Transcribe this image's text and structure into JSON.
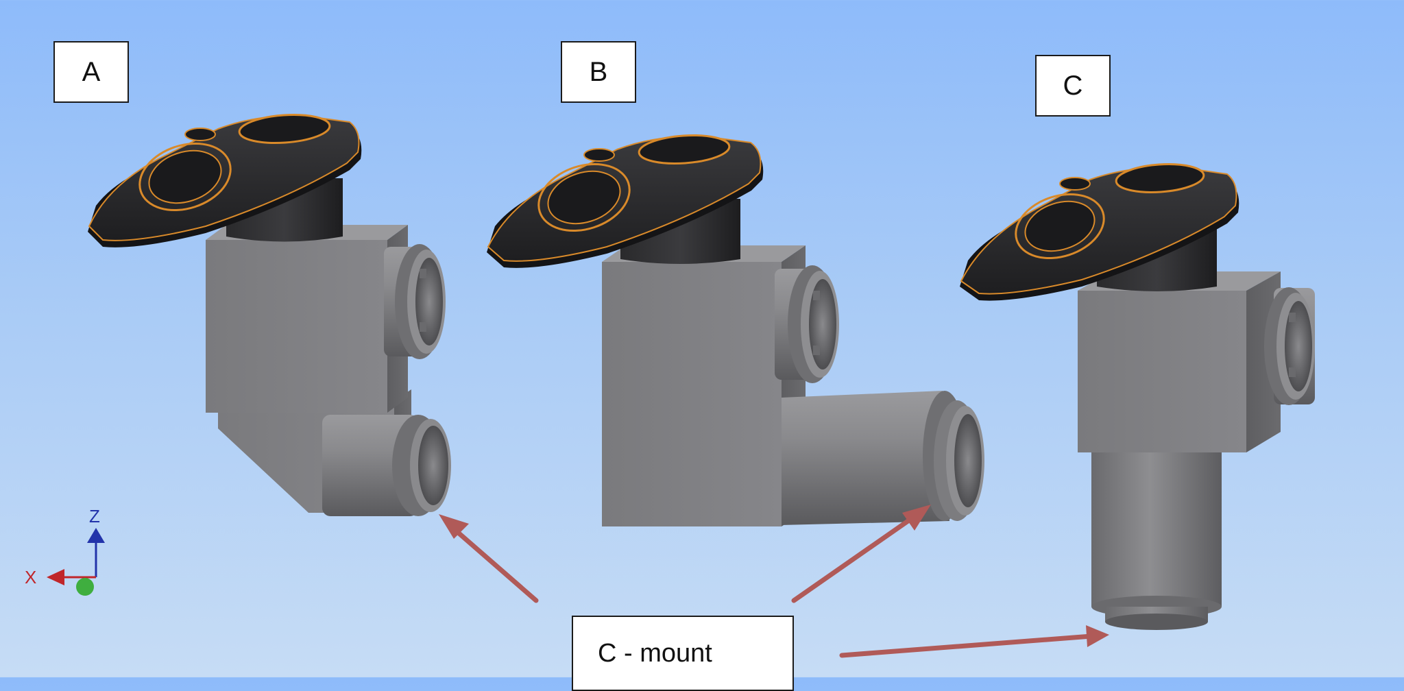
{
  "labels": {
    "a": "A",
    "b": "B",
    "c": "C",
    "callout": "C - mount"
  },
  "axes": {
    "x": "X",
    "z": "Z"
  },
  "colors": {
    "background_top": "#8ebbfa",
    "background_bottom": "#c6dcf5",
    "body_gray": "#7d7d80",
    "cap_black": "#262628",
    "cap_edge_orange": "#d98a2a",
    "arrow_red": "#b05a58",
    "axis_x": "#c0262a",
    "axis_z": "#2233aa",
    "axis_origin": "#3fae3f"
  }
}
